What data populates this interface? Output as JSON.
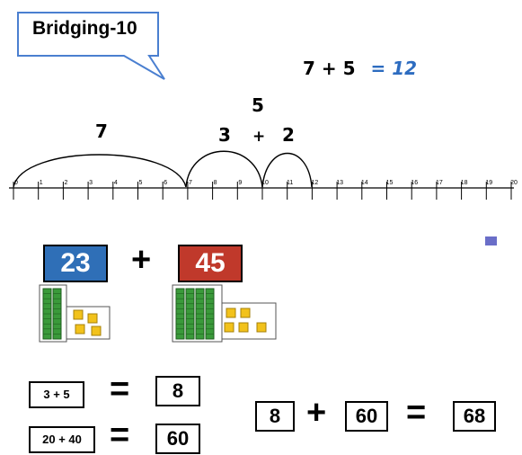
{
  "title": "Bridging-10",
  "top_equation": {
    "expression": "7 + 5",
    "result": "= 12"
  },
  "arc_labels": {
    "big": "7",
    "split_left": "3",
    "split_plus": "+",
    "split_right": "2",
    "top_five": "5"
  },
  "number_line": {
    "ticks": [
      "0",
      "1",
      "2",
      "3",
      "4",
      "5",
      "6",
      "7",
      "8",
      "9",
      "10",
      "11",
      "12",
      "13",
      "14",
      "15",
      "16",
      "17",
      "18",
      "19",
      "20"
    ]
  },
  "blocks": {
    "left_number": "23",
    "left_color": "#2f6fb7",
    "plus": "+",
    "right_number": "45",
    "right_color": "#c0392b"
  },
  "equations": {
    "row1_expr": "3 + 5",
    "row1_eq": "=",
    "row1_result": "8",
    "row2_expr": "20 + 40",
    "row2_eq": "=",
    "row2_result": "60",
    "final_a": "8",
    "final_plus": "+",
    "final_b": "60",
    "final_eq": "=",
    "final_result": "68"
  }
}
